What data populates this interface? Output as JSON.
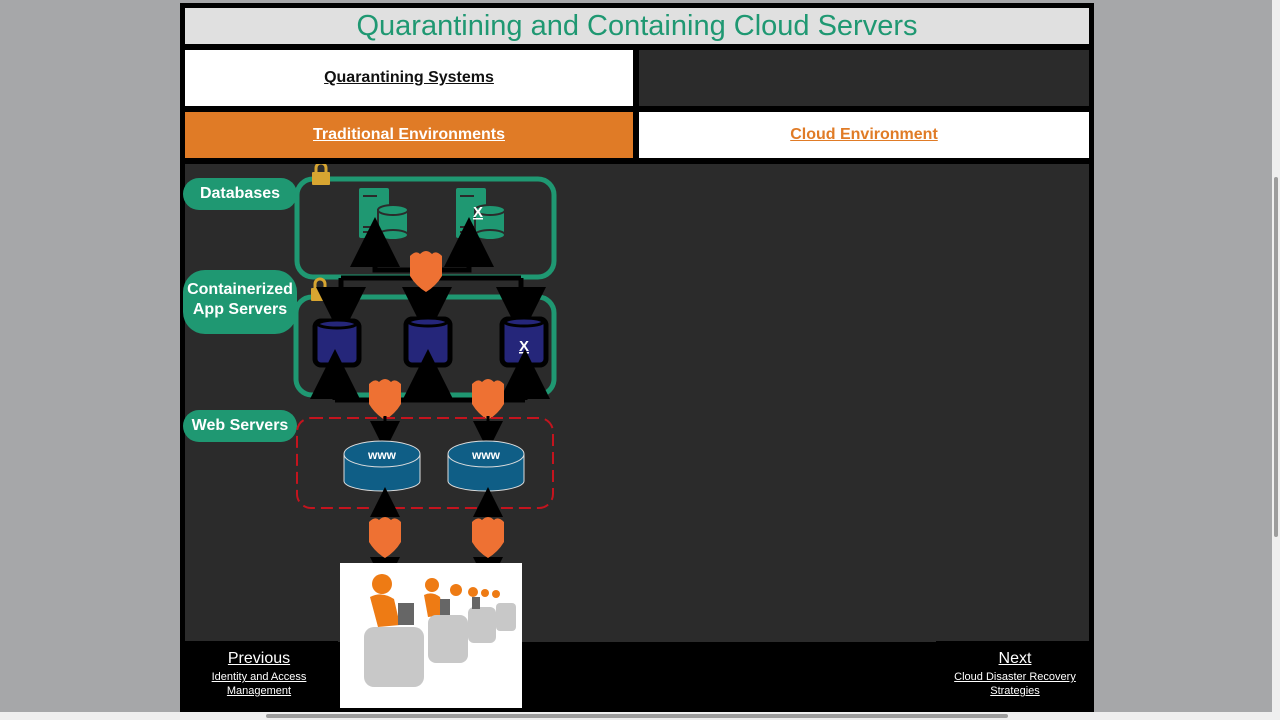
{
  "title": "Quarantining and Containing Cloud Servers",
  "tabs": {
    "quarantining": "Quarantining Systems",
    "traditional": "Traditional Environments",
    "cloud": "Cloud Environment"
  },
  "diagram": {
    "tiers": {
      "databases": "Databases",
      "app_servers_line1": "Containerized",
      "app_servers_line2": "App Servers",
      "web_servers": "Web Servers"
    },
    "compromised_mark": "X",
    "web_label": "www",
    "colors": {
      "green": "#1f9872",
      "orange_shield": "#ee7133",
      "navy": "#25267a",
      "web_blue": "#0f5e86",
      "lock": "#d7a531",
      "quarantine_red": "#c4141e"
    }
  },
  "nav": {
    "previous_label": "Previous",
    "previous_sub": "Identity and Access Management",
    "next_label": "Next",
    "next_sub": "Cloud Disaster Recovery Strategies"
  }
}
